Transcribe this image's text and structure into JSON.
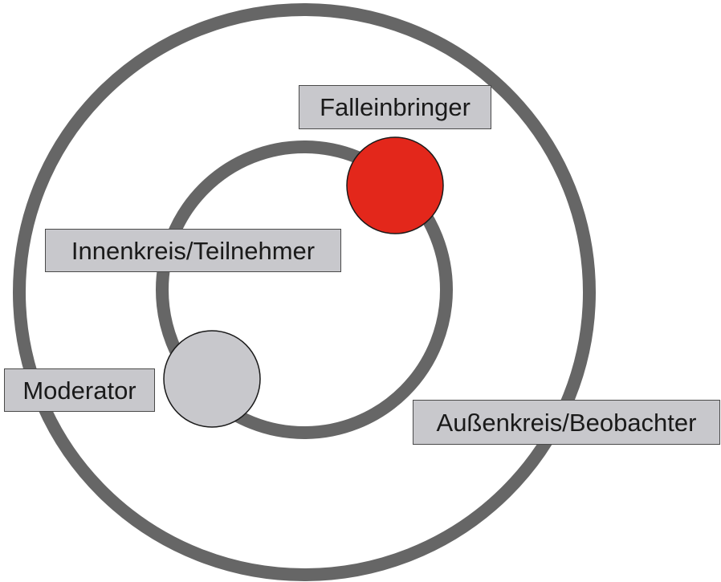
{
  "labels": {
    "falleinbringer": "Falleinbringer",
    "innenkreis": "Innenkreis/Teilnehmer",
    "moderator": "Moderator",
    "aussenkreis": "Außenkreis/Beobachter"
  },
  "colors": {
    "ring": "#666666",
    "falleinbringer_dot": "#e3271b",
    "moderator_dot": "#c8c8cc",
    "label_fill": "#c8c8cc",
    "label_border": "#4a4a4a"
  }
}
